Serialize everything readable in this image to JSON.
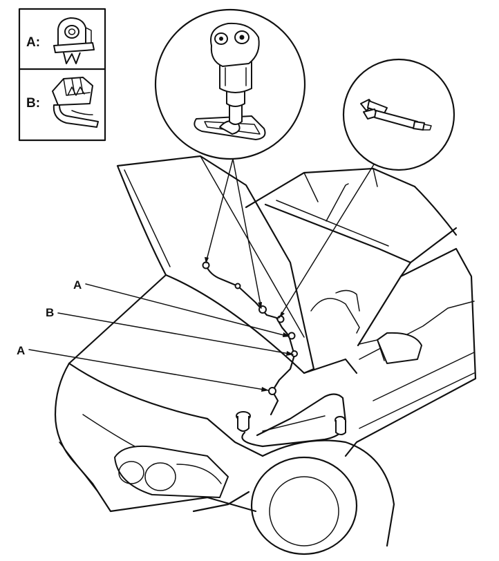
{
  "legend": {
    "items": [
      {
        "key": "A:",
        "icon": "fastener-clip-icon"
      },
      {
        "key": "B:",
        "icon": "hose-clamp-icon"
      }
    ]
  },
  "callouts": [
    {
      "label": "A"
    },
    {
      "label": "B"
    },
    {
      "label": "A"
    }
  ],
  "detail_views": [
    {
      "icon": "washer-nozzle-icon"
    },
    {
      "icon": "hose-connector-icon"
    }
  ],
  "main_figure": {
    "icon": "car-hood-open-icon"
  }
}
